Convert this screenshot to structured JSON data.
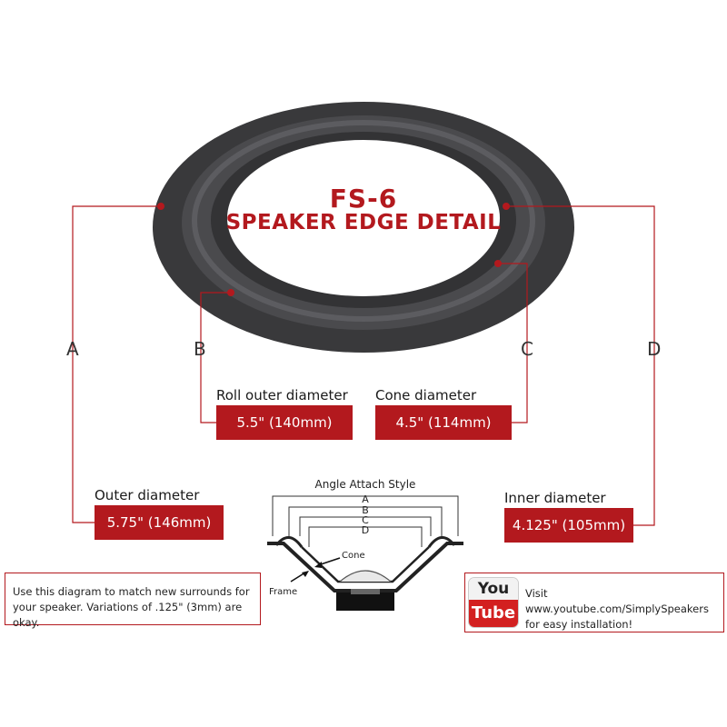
{
  "title": {
    "line1": "FS-6",
    "line2": "SPEAKER EDGE DETAIL"
  },
  "letters": {
    "a": "A",
    "b": "B",
    "c": "C",
    "d": "D"
  },
  "measurements": {
    "roll_outer": {
      "label": "Roll outer diameter",
      "value": "5.5\" (140mm)"
    },
    "cone": {
      "label": "Cone diameter",
      "value": "4.5\" (114mm)"
    },
    "outer": {
      "label": "Outer diameter",
      "value": "5.75\" (146mm)"
    },
    "inner": {
      "label": "Inner diameter",
      "value": "4.125\" (105mm)"
    }
  },
  "schematic": {
    "title": "Angle Attach Style",
    "letters": [
      "A",
      "B",
      "C",
      "D"
    ],
    "cone_label": "Cone",
    "frame_label": "Frame"
  },
  "note": {
    "text": "Use this diagram to match new surrounds for your speaker. Variations of .125\" (3mm) are okay."
  },
  "youtube": {
    "logo_top": "You",
    "logo_bottom": "Tube",
    "text": "Visit www.youtube.com/SimplySpeakers for easy installation!"
  },
  "colors": {
    "accent": "#b3191e",
    "surround": "#3a3a3c",
    "youtube_red": "#d32020"
  }
}
